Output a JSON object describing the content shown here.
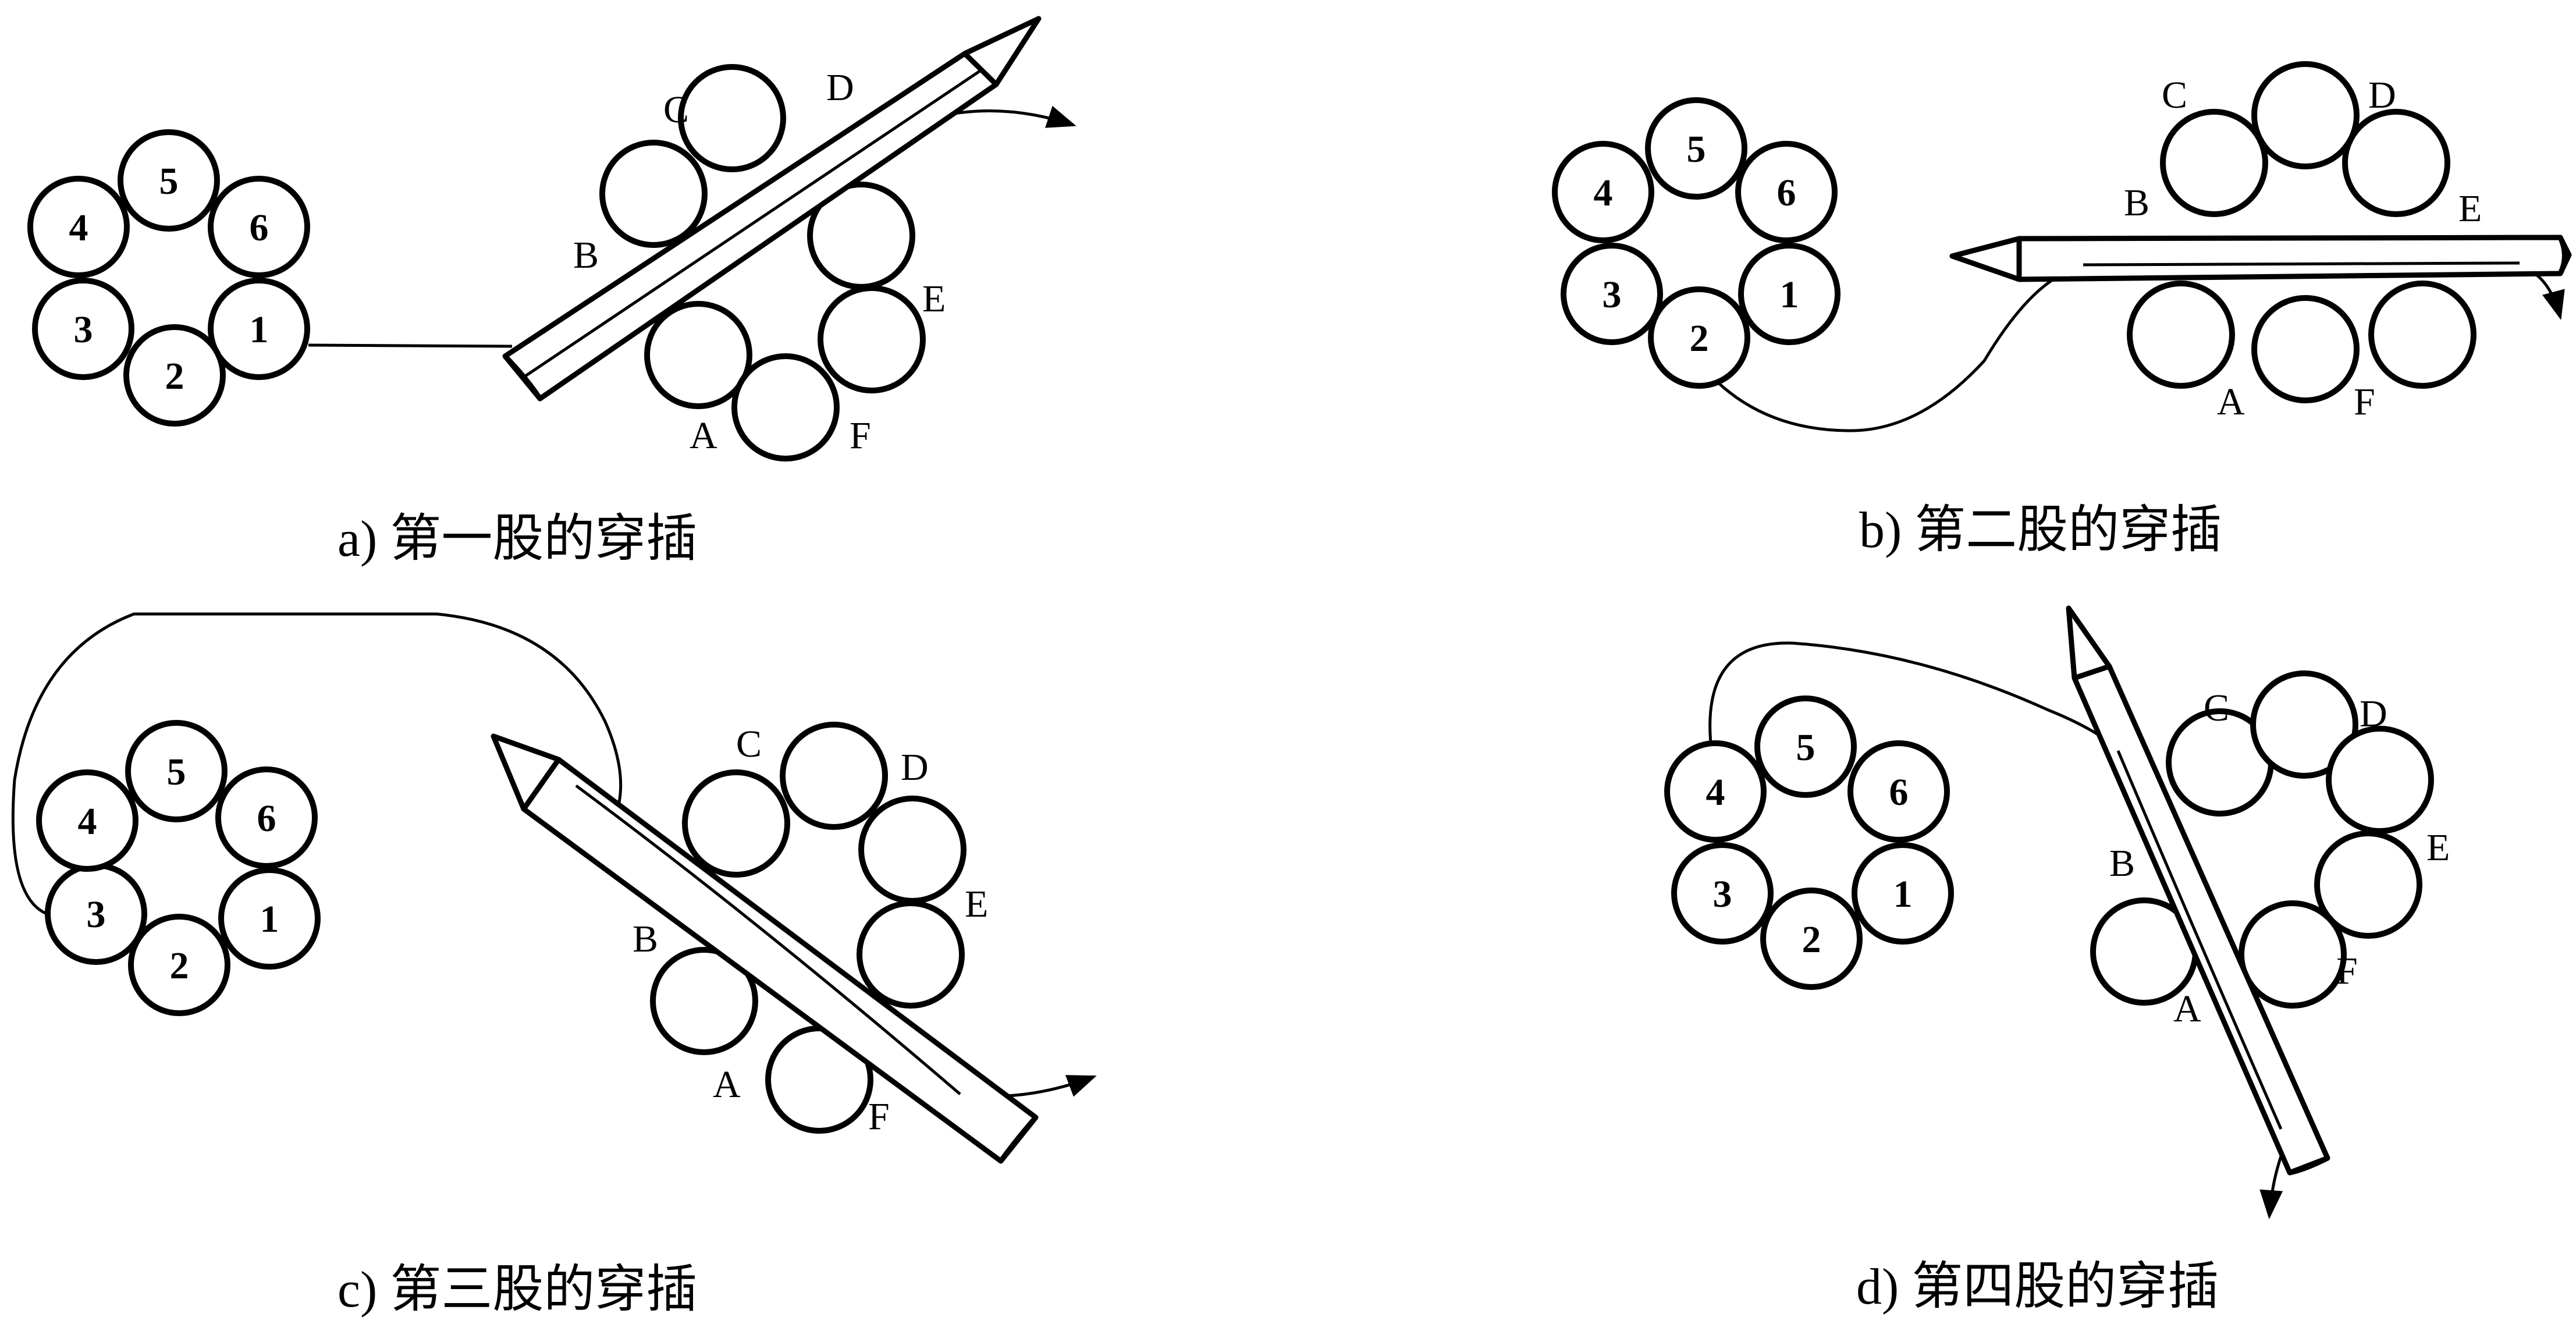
{
  "panels": [
    {
      "id": "a",
      "caption": "a) 第一股的穿插",
      "left_strand_labels": [
        "1",
        "2",
        "3",
        "4",
        "5",
        "6"
      ],
      "right_strand_labels": [
        "A",
        "B",
        "C",
        "D",
        "E",
        "F"
      ]
    },
    {
      "id": "b",
      "caption": "b) 第二股的穿插",
      "left_strand_labels": [
        "1",
        "2",
        "3",
        "4",
        "5",
        "6"
      ],
      "right_strand_labels": [
        "A",
        "B",
        "C",
        "D",
        "E",
        "F"
      ]
    },
    {
      "id": "c",
      "caption": "c) 第三股的穿插",
      "left_strand_labels": [
        "1",
        "2",
        "3",
        "4",
        "5",
        "6"
      ],
      "right_strand_labels": [
        "A",
        "B",
        "C",
        "D",
        "E",
        "F"
      ]
    },
    {
      "id": "d",
      "caption": "d) 第四股的穿插",
      "left_strand_labels": [
        "1",
        "2",
        "3",
        "4",
        "5",
        "6"
      ],
      "right_strand_labels": [
        "A",
        "B",
        "C",
        "D",
        "E",
        "F"
      ]
    }
  ]
}
